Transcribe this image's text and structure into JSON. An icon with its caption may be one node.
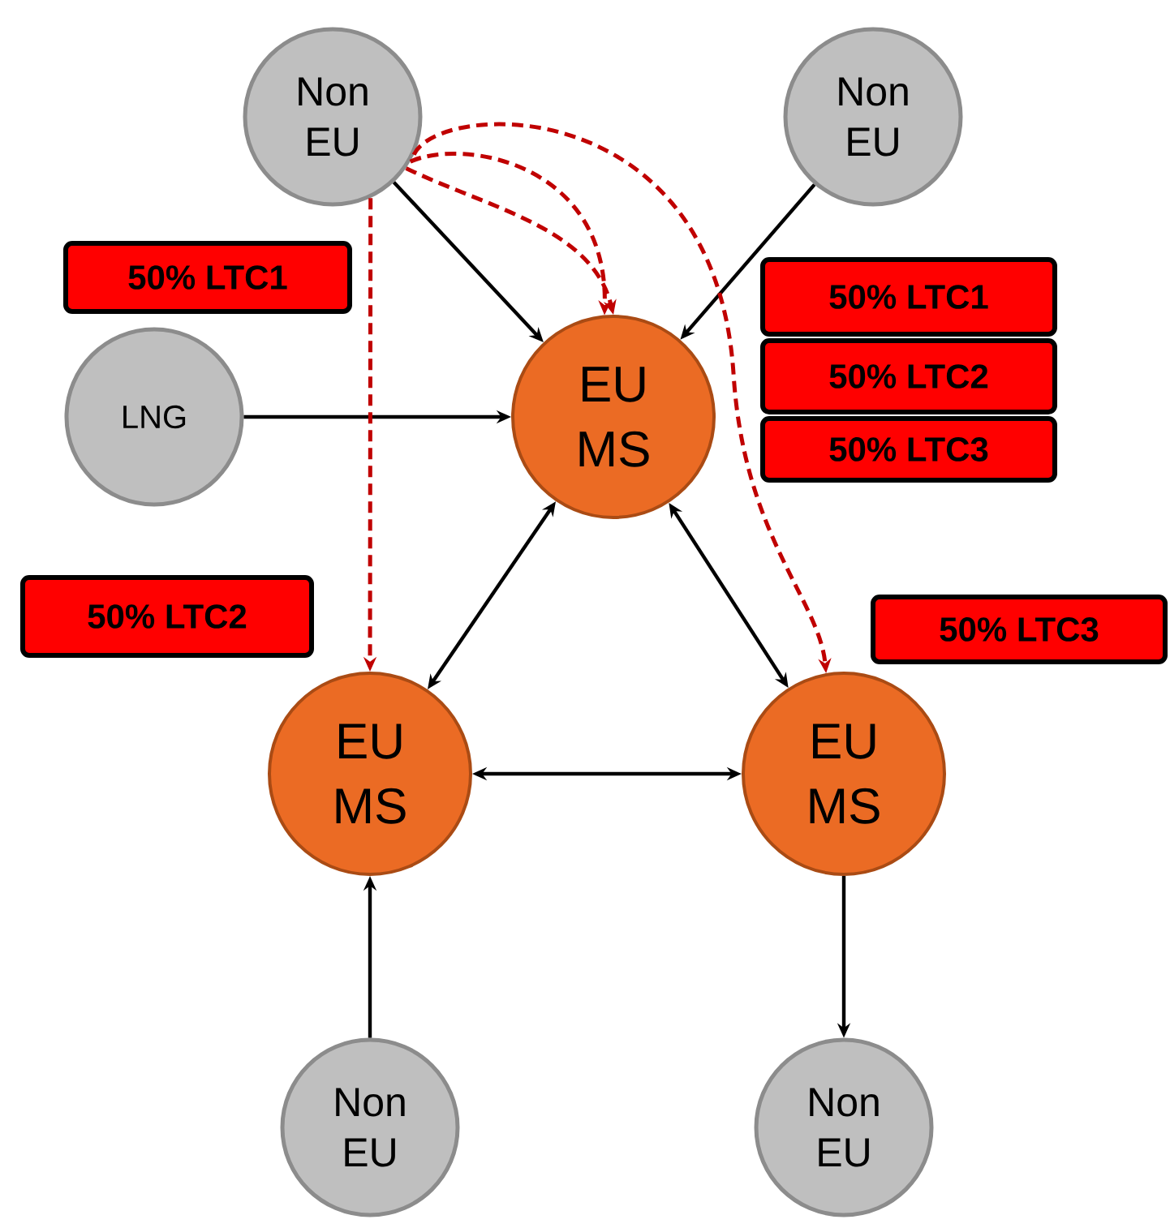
{
  "diagram": {
    "nodes": [
      {
        "text": [
          "Non EU"
        ]
      },
      {
        "text": [
          "Non EU"
        ]
      },
      {
        "text": [
          "LNG"
        ]
      },
      {
        "text": [
          "EU MS"
        ]
      },
      {
        "text": [
          "EU MS"
        ]
      },
      {
        "text": [
          "EU MS"
        ]
      },
      {
        "text": [
          "Non EU"
        ]
      },
      {
        "text": [
          "Non EU"
        ]
      },
      {
        "text": [
          "50% LTC1"
        ]
      },
      {
        "text": [
          "50% LTC1"
        ]
      },
      {
        "text": [
          "50% LTC2"
        ]
      },
      {
        "text": [
          "50% LTC3"
        ]
      },
      {
        "text": [
          "50% LTC2"
        ]
      },
      {
        "text": [
          "50% LTC3"
        ]
      }
    ],
    "edges": [
      {
        "from": 0,
        "to": 3,
        "arrow": "to"
      },
      {
        "from": 1,
        "to": 3,
        "arrow": "to"
      },
      {
        "from": 2,
        "to": 3,
        "arrow": "to"
      },
      {
        "from": 3,
        "to": 4,
        "arrow": "both"
      },
      {
        "from": 3,
        "to": 5,
        "arrow": "both"
      },
      {
        "from": 4,
        "to": 5,
        "arrow": "both"
      },
      {
        "from": 6,
        "to": 4,
        "arrow": "to"
      },
      {
        "from": 5,
        "to": 7,
        "arrow": "to"
      },
      {
        "from": 0,
        "to": 3,
        "arrow": "to",
        "style": "dashed",
        "color": "#c00000"
      },
      {
        "from": 0,
        "to": 3,
        "arrow": "to",
        "style": "dashed",
        "color": "#c00000"
      },
      {
        "from": 0,
        "to": 4,
        "arrow": "to",
        "style": "dashed",
        "color": "#c00000"
      },
      {
        "from": 0,
        "to": 5,
        "arrow": "to",
        "style": "dashed",
        "color": "#c00000"
      }
    ]
  }
}
